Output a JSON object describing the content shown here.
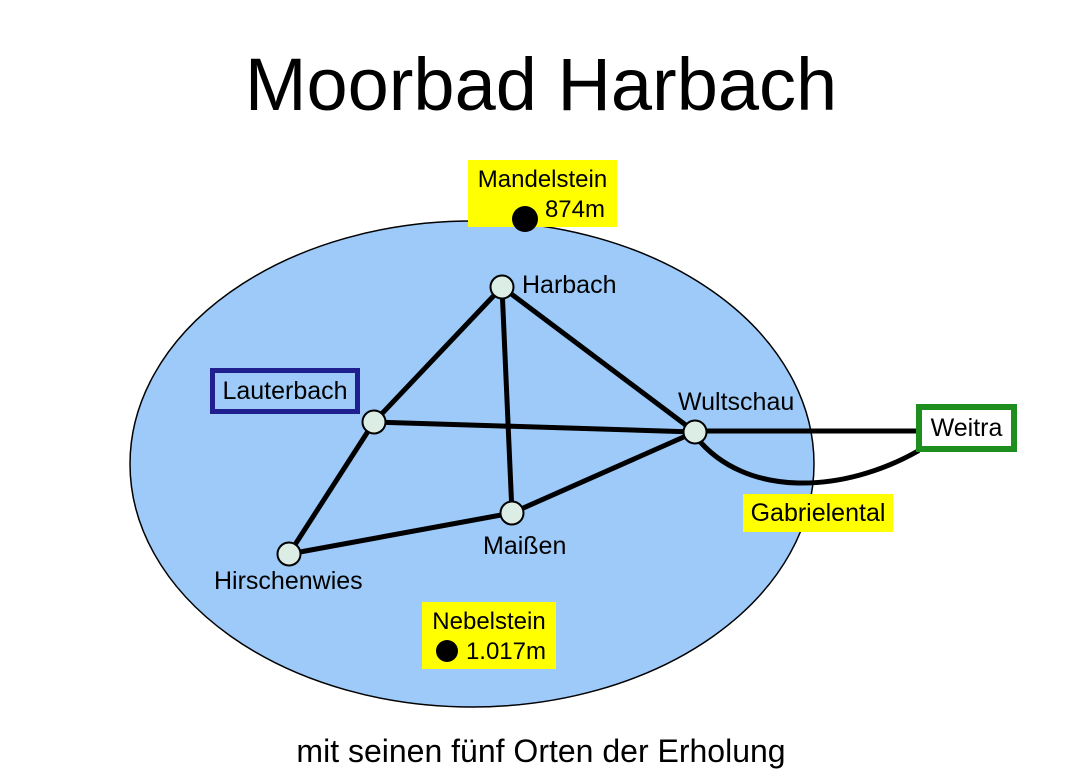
{
  "title": "Moorbad Harbach",
  "subtitle": "mit seinen fünf Orten der Erholung",
  "colors": {
    "region_fill": "#9DCAF8",
    "region_border": "#000000",
    "node_fill": "#DCEDE6",
    "road_color": "#000000",
    "peak_label_bg": "#FFFF00",
    "valley_label_bg": "#FFFF00",
    "lauterbach_box_border": "#1F1F8F",
    "weitra_box_border": "#1E8E1E"
  },
  "villages": [
    {
      "label": "Harbach"
    },
    {
      "label": "Lauterbach"
    },
    {
      "label": "Wultschau"
    },
    {
      "label": "Maißen"
    },
    {
      "label": "Hirschenwies"
    }
  ],
  "external_town": {
    "label": "Weitra"
  },
  "valley": {
    "label": "Gabrielental"
  },
  "peaks": [
    {
      "name": "Mandelstein",
      "elevation": "874m"
    },
    {
      "name": "Nebelstein",
      "elevation": "1.017m"
    }
  ],
  "roads": [
    {
      "from": "Harbach",
      "to": "Lauterbach"
    },
    {
      "from": "Harbach",
      "to": "Wultschau"
    },
    {
      "from": "Harbach",
      "to": "Maißen"
    },
    {
      "from": "Lauterbach",
      "to": "Wultschau"
    },
    {
      "from": "Lauterbach",
      "to": "Hirschenwies"
    },
    {
      "from": "Hirschenwies",
      "to": "Maißen"
    },
    {
      "from": "Maißen",
      "to": "Wultschau"
    },
    {
      "from": "Wultschau",
      "to": "Weitra"
    },
    {
      "from": "Wultschau",
      "to": "Weitra",
      "via": "Gabrielental"
    }
  ]
}
